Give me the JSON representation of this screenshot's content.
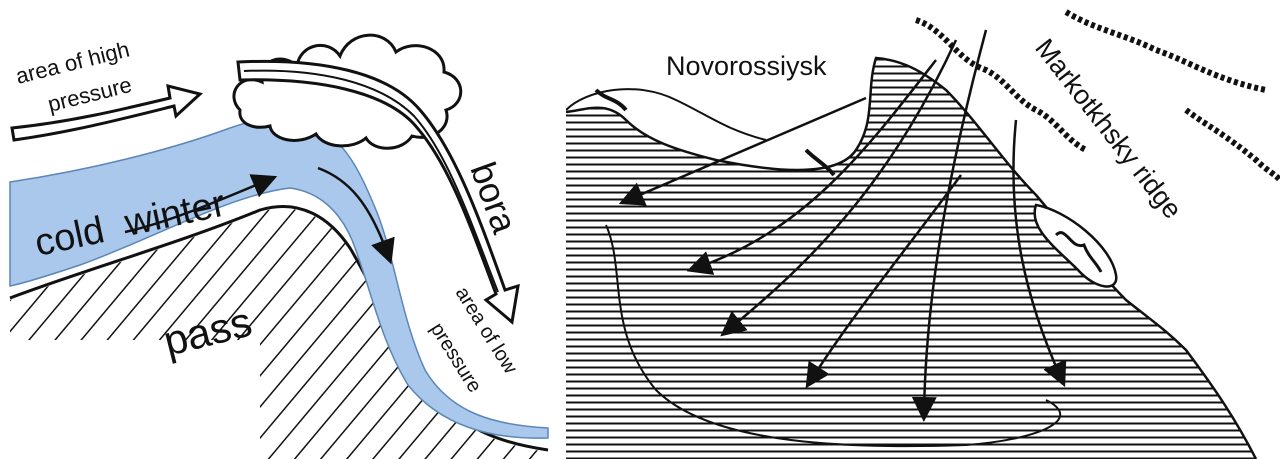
{
  "left_diagram": {
    "labels": {
      "high_pressure_1": "area of high",
      "high_pressure_2": "pressure",
      "cold_air_1": "cold",
      "cold_air_2": "winter",
      "pass": "pass",
      "bora": "bora",
      "low_pressure_1": "area of low",
      "low_pressure_2": "pressure"
    },
    "colors": {
      "cold_air": "#a9c8ec",
      "ink": "#111111",
      "paper": "#ffffff"
    }
  },
  "right_map": {
    "labels": {
      "city": "Novorossiysk",
      "ridge": "Markotkhsky ridge"
    },
    "colors": {
      "sea_lines": "#111111",
      "land": "#ffffff"
    }
  }
}
